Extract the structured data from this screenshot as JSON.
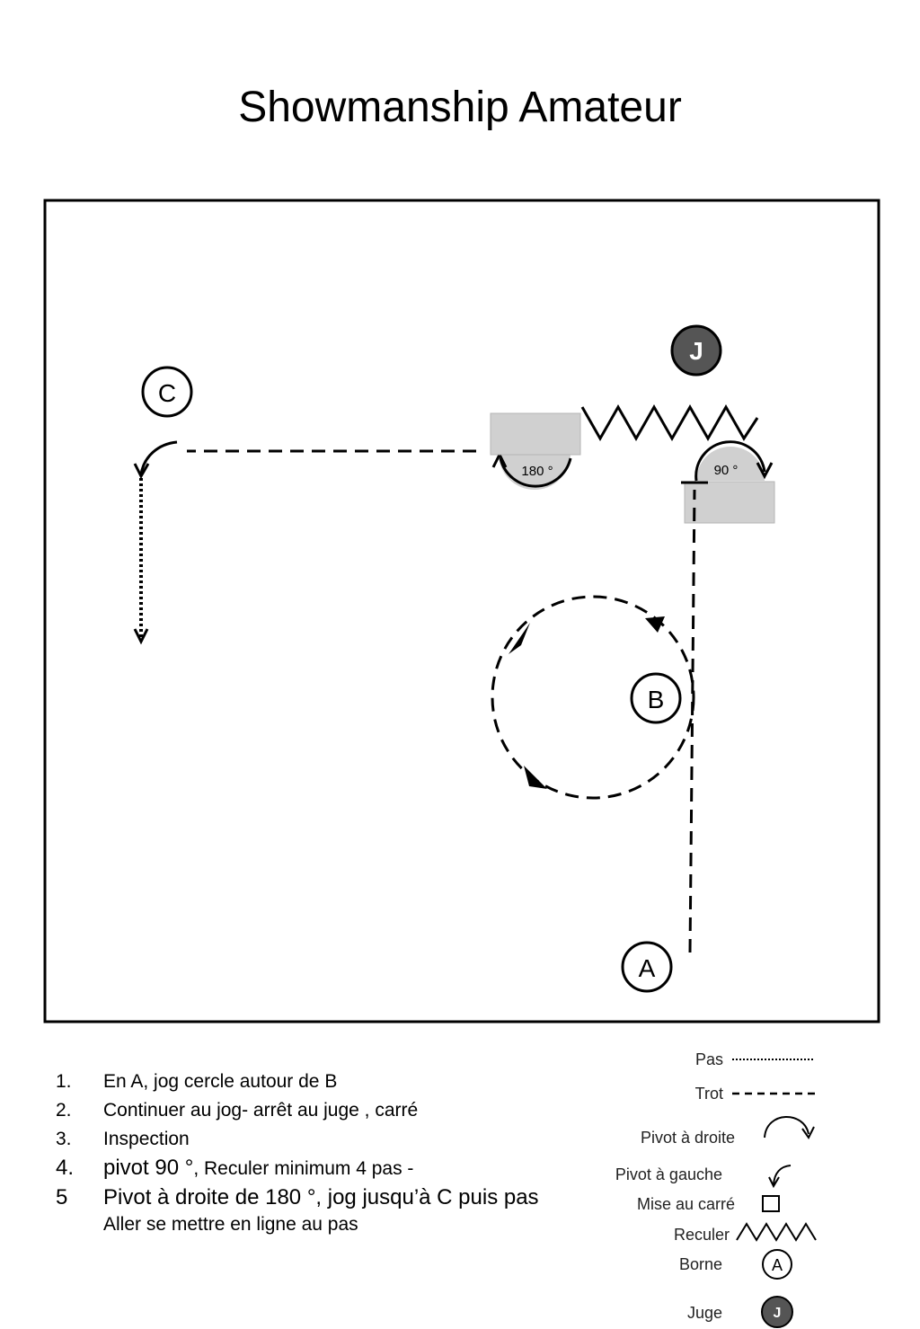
{
  "title": "Showmanship Amateur",
  "markers": {
    "a": "A",
    "b": "B",
    "c": "C",
    "judge": "J"
  },
  "pivots": {
    "left_angle": "180 °",
    "right_angle": "90 °"
  },
  "steps": [
    {
      "num": "1.",
      "text": "En A, jog cercle autour de B"
    },
    {
      "num": "2.",
      "text": "Continuer au jog- arrêt au juge , carré"
    },
    {
      "num": "3.",
      "text": "Inspection"
    },
    {
      "num": "4.",
      "text_main": "pivot 90 °",
      "text_rest": ", Reculer minimum 4 pas -"
    },
    {
      "num": "5",
      "text": "Pivot à droite de 180 °, jog  jusqu’à C puis pas"
    }
  ],
  "step_continuation": "Aller se mettre en ligne au pas",
  "legend": {
    "walk": "Pas",
    "trot": "Trot",
    "pivot_right": "Pivot à droite",
    "pivot_left": "Pivot à gauche",
    "square": "Mise au carré",
    "back": "Reculer",
    "cone": "Borne",
    "cone_symbol": "A",
    "judge": "Juge",
    "judge_symbol": "J"
  },
  "colors": {
    "judge_fill": "#555555",
    "box_fill": "#d0d0d0",
    "box_stroke": "#b5b5b5"
  }
}
